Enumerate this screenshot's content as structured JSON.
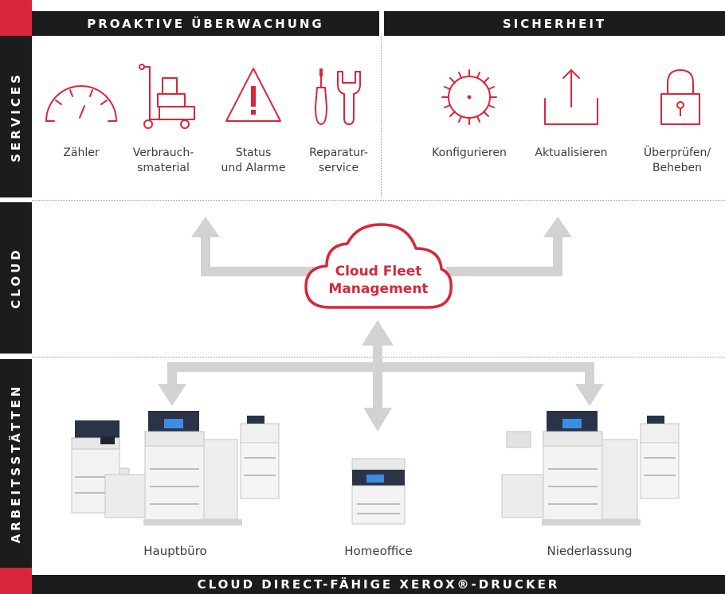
{
  "header": {
    "left_title": "PROAKTIVE ÜBERWACHUNG",
    "right_title": "SICHERHEIT"
  },
  "side_labels": {
    "services": "SERVICES",
    "cloud": "CLOUD",
    "workplaces": "ARBEITSSTÄTTEN"
  },
  "services": {
    "monitoring": [
      {
        "icon": "speedometer-icon",
        "label_lines": [
          "Zähler"
        ]
      },
      {
        "icon": "hand-truck-icon",
        "label_lines": [
          "Verbrauch-",
          "smaterial"
        ]
      },
      {
        "icon": "warning-icon",
        "label_lines": [
          "Status",
          "und Alarme"
        ]
      },
      {
        "icon": "tools-icon",
        "label_lines": [
          "Reparatur-",
          "service"
        ]
      }
    ],
    "security": [
      {
        "icon": "gear-icon",
        "label_lines": [
          "Konfigurieren"
        ]
      },
      {
        "icon": "upload-icon",
        "label_lines": [
          "Aktualisieren"
        ]
      },
      {
        "icon": "padlock-icon",
        "label_lines": [
          "Überprüfen/",
          "Beheben"
        ]
      }
    ]
  },
  "cloud": {
    "label_line1": "Cloud Fleet",
    "label_line2": "Management"
  },
  "locations": {
    "main_office": "Hauptbüro",
    "home_office": "Homeoffice",
    "branch": "Niederlassung"
  },
  "footer": {
    "title": "CLOUD DIRECT-FÄHIGE XEROX®-DRUCKER"
  },
  "colors": {
    "accent_red": "#d8273a",
    "dark": "#1c1c1c",
    "arrow_gray": "#d2d2d2"
  }
}
